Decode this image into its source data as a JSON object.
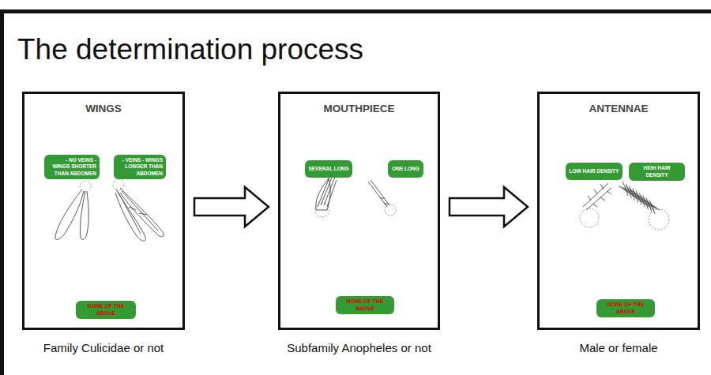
{
  "diagram": {
    "title": "The determination process",
    "nodes": [
      {
        "text": [
          "WINGS",
          "Family Culicidae or not"
        ]
      },
      {
        "text": [
          "- NO VEINS - WINGS SHORTER THAN ABDOMEN"
        ],
        "in": 0
      },
      {
        "text": [
          "- VEINS - WINGS LONGER THAN ABDOMEN"
        ],
        "in": 0
      },
      {
        "text": [
          "NONE OF THE ABOVE"
        ],
        "in": 0
      },
      {
        "text": [
          "MOUTHPIECE",
          "Subfamily Anopheles or not"
        ]
      },
      {
        "text": [
          "SEVERAL LONG"
        ],
        "in": 4
      },
      {
        "text": [
          "ONE LONG"
        ],
        "in": 4
      },
      {
        "text": [
          "NONE OF THE ABOVE"
        ],
        "in": 4
      },
      {
        "text": [
          "ANTENNAE",
          "Male or female"
        ]
      },
      {
        "text": [
          "LOW HAIR DENSITY"
        ],
        "in": 8
      },
      {
        "text": [
          "HIGH HAIR DENSITY"
        ],
        "in": 8
      },
      {
        "text": [
          "NONE OF THE ABOVE"
        ],
        "in": 8
      }
    ],
    "edges": [
      {
        "from": 0,
        "to": 4,
        "arrow": "to"
      },
      {
        "from": 4,
        "to": 8,
        "arrow": "to"
      }
    ]
  }
}
